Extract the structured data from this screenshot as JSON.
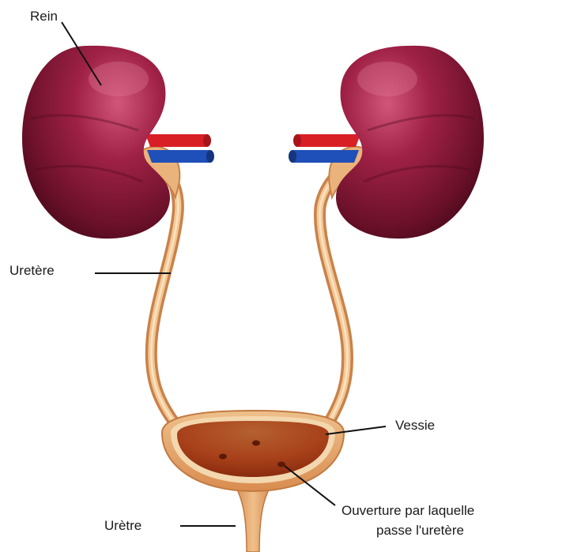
{
  "labels": {
    "rein": "Rein",
    "uretere": "Uretère",
    "vessie": "Vessie",
    "ouverture_line1": "Ouverture par laquelle",
    "ouverture_line2": "passe l'uretère",
    "uretre": "Urètre"
  },
  "colors": {
    "kidney_dark": "#4a0a1c",
    "kidney_mid": "#8a1a38",
    "kidney_light": "#d2557a",
    "artery": "#d81f26",
    "vein": "#1f4fb8",
    "ureter": "#e8b07a",
    "ureter_light": "#f6d2a6",
    "bladder_outer": "#e4a46a",
    "bladder_inner": "#b8501e",
    "bladder_wall": "#f3d7ae"
  }
}
